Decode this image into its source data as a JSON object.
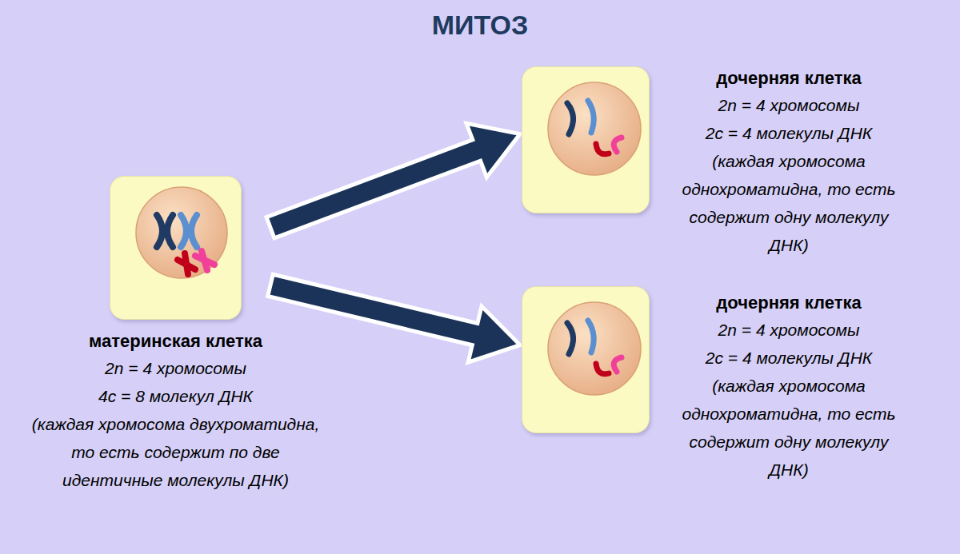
{
  "diagram": {
    "title": "МИТОЗ",
    "nodes": [
      {
        "text": [
          "материнская клетка",
          "2n = 4 хромосомы",
          "4c = 8 молекул ДНК",
          "(каждая хромосома двухроматидна, то есть содержит по две идентичные молекулы ДНК)"
        ]
      },
      {
        "text": [
          "дочерняя клетка",
          "2n = 4 хромосомы",
          "2c = 4 молекулы ДНК",
          "(каждая хромосома однохроматидна, то есть содержит одну молекулу ДНК)"
        ]
      },
      {
        "text": [
          "дочерняя клетка",
          "2n = 4 хромосомы",
          "2c = 4 молекулы ДНК",
          "(каждая хромосома однохроматидна, то есть содержит одну молекулу ДНК)"
        ]
      }
    ],
    "edges": [
      {
        "from": 0,
        "to": 1,
        "arrow": "to"
      },
      {
        "from": 0,
        "to": 2,
        "arrow": "to"
      }
    ]
  }
}
